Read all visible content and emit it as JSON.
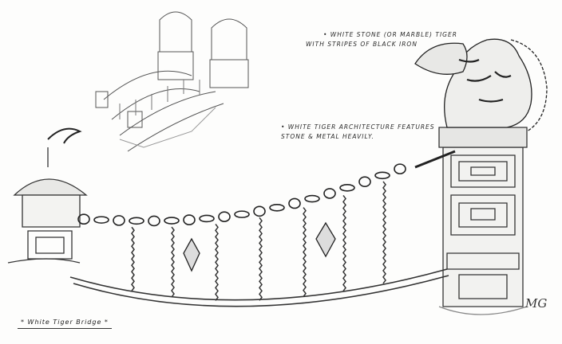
{
  "notes": {
    "tiger_line1": "• White stone (or marble) tiger",
    "tiger_line2": "with stripes of black iron",
    "arch_line1": "• White tiger architecture features",
    "arch_line2": "stone & metal heavily."
  },
  "title": "* White Tiger Bridge *",
  "signature": "MG",
  "colors": {
    "ink": "#2a2a2a",
    "paper": "#fdfdfc",
    "shade": "#9a9a9a"
  }
}
